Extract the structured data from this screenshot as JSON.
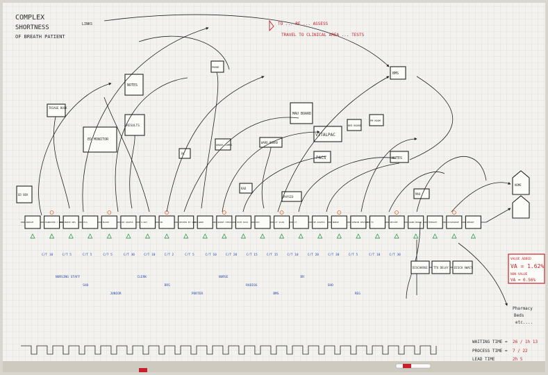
{
  "title": {
    "line1": "COMPLEX",
    "line2": "SHORTNESS",
    "line3": "OF BREATH PATIENT"
  },
  "header_note": "LINKS",
  "red_note": {
    "line1": "TO ... RE ... ASSESS",
    "line2": "TRAVEL TO CLINICAL AREA ... TESTS"
  },
  "main_steps": [
    "ARRIVE",
    "HANDOVER / REGISTRATION",
    "NURSE OBS",
    "ECG",
    "BLOOD",
    "DR ASSESS",
    "X-RAY",
    "DR",
    "REVIEW BY SNR",
    "WARD",
    "NURSE CHECK",
    "PATH DATA",
    "DOC",
    "CT SCAN",
    "CT",
    "RE-ASSESS",
    "NURSE",
    "SENIOR REVIEW",
    "TX",
    "DECIDE",
    "WARD BOARD",
    "THERAPY",
    "DISCHARGE",
    "DEPART"
  ],
  "upper_boxes": {
    "triage": "TRIAGE BOOK",
    "ed_monitor": "ED MONITOR",
    "notes_top": "NOTES",
    "results": "RESULTS",
    "mau_board": "MAU BOARD",
    "vitalpac": "VITALPAC",
    "pacs": "PACS",
    "notes_right": "NOTES",
    "bms": "BMS",
    "bed_board": "BED BOARD",
    "pm_room": "PM ROOM",
    "ward_board": "WARD BOARD",
    "order_comms": "ORDER COMMS",
    "phone": "PHONE",
    "home": "HOME",
    "pc": "PC",
    "ed_box": "ED BOX",
    "physio": "PHYSIO",
    "rad": "RAD",
    "mau": "MAU"
  },
  "lower_boxes": [
    "DISCHARGE",
    "TTO DELAY",
    "DISCH AWAIT"
  ],
  "right_box": {
    "va_label": "VALUE ADDED",
    "va_value": "VA = 1.62%",
    "va_label2": "NON VALUE",
    "va_value2": "VA = 0.56%"
  },
  "lower_right": {
    "line1": "Pharmacy",
    "line2": "Beds",
    "line3": "etc...."
  },
  "timeline_labels": {
    "waiting_time": "WAITING TIME =",
    "process_time": "PROCESS TIME =",
    "lead_time": "LEAD TIME",
    "waiting_value": "26 / 1h 13",
    "process_value": "7 / 22",
    "lead_value": "2h 5"
  },
  "cycle_labels": [
    "C/T 10",
    "C/T 5",
    "C/T 5",
    "C/T 5",
    "C/T 30",
    "C/T 10",
    "C/T 2",
    "C/T 5",
    "C/T 10",
    "C/T 20",
    "C/T 15",
    "C/T 15",
    "C/T 10",
    "C/T 20",
    "C/T 30",
    "C/T 5",
    "C/T 10",
    "C/T 30"
  ],
  "notes_blue": [
    "NURSING STAFF",
    "SHO",
    "JUNIOR",
    "CLERK",
    "DRS",
    "PORTER",
    "NURSE",
    "RADIOG",
    "BMS",
    "DR",
    "SHO",
    "REG"
  ]
}
